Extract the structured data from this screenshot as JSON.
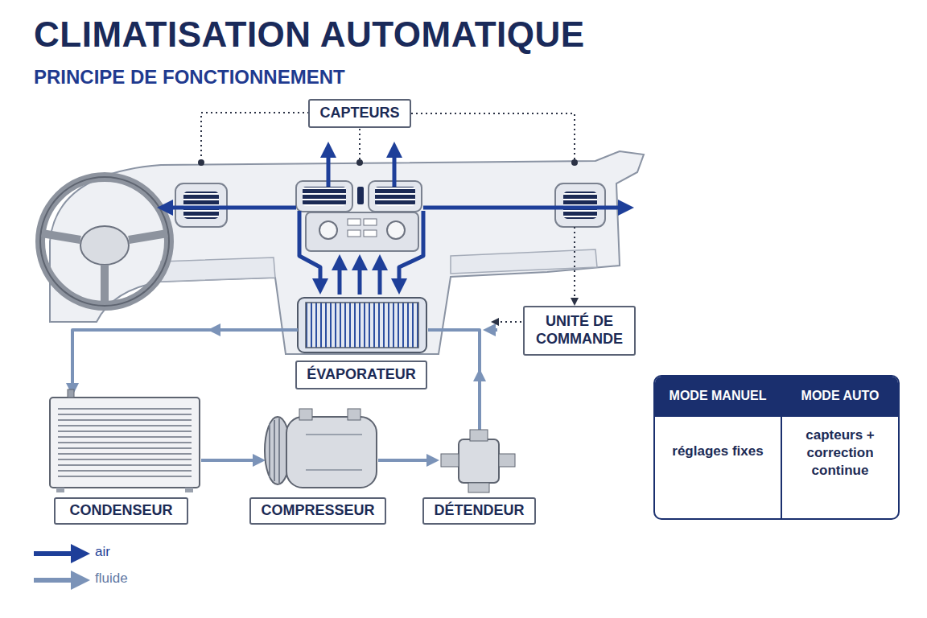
{
  "diagram": {
    "title": "CLIMATISATION AUTOMATIQUE",
    "nodes": [
      {
        "text": [
          "CAPTEURS"
        ]
      },
      {
        "text": [
          "UNITÉ DE COMMANDE"
        ]
      },
      {
        "text": [
          "ÉVAPORATEUR"
        ]
      },
      {
        "text": [
          "CONDENSEUR"
        ]
      },
      {
        "text": [
          "COMPRESSEUR"
        ]
      },
      {
        "text": [
          "DÉTENDEUR"
        ]
      }
    ],
    "edges": [
      {
        "from": 0,
        "to": 1,
        "arrow": "to"
      }
    ],
    "labels": [
      "PRINCIPE DE FONCTIONNEMENT",
      "MODE MANUEL",
      "MODE AUTO",
      "réglages fixes",
      "capteurs + correction continue"
    ],
    "legend": [
      {
        "text": "air"
      },
      {
        "text": "fluide"
      }
    ]
  }
}
